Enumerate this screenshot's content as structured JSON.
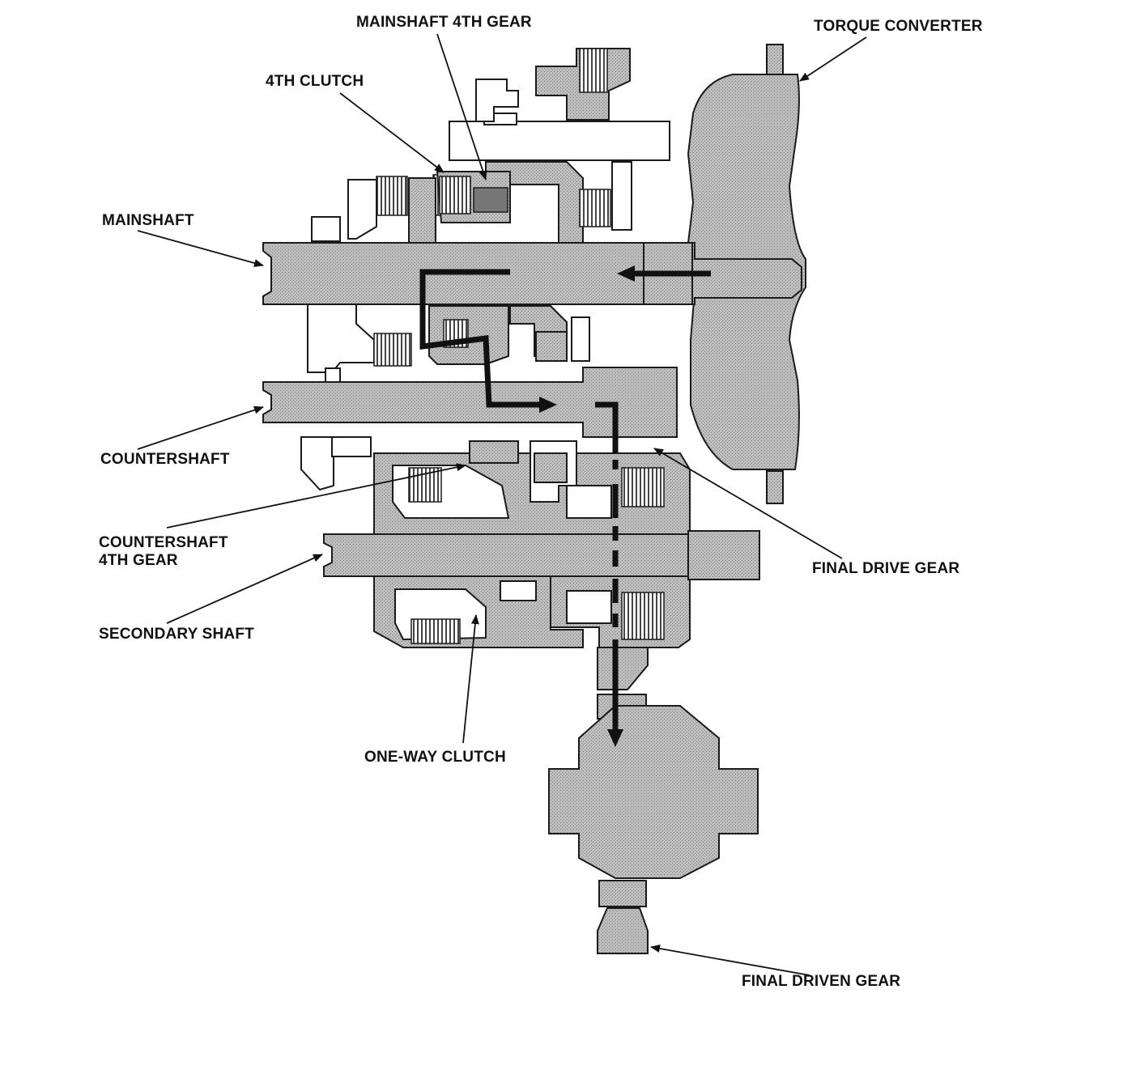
{
  "labels": {
    "mainshaft_4th_gear": "MAINSHAFT 4TH GEAR",
    "torque_converter": "TORQUE CONVERTER",
    "fourth_clutch": "4TH CLUTCH",
    "mainshaft": "MAINSHAFT",
    "countershaft": "COUNTERSHAFT",
    "countershaft_4th_gear": "COUNTERSHAFT\n4TH GEAR",
    "secondary_shaft": "SECONDARY SHAFT",
    "final_drive_gear": "FINAL DRIVE GEAR",
    "one_way_clutch": "ONE-WAY CLUTCH",
    "final_driven_gear": "FINAL DRIVEN GEAR"
  }
}
